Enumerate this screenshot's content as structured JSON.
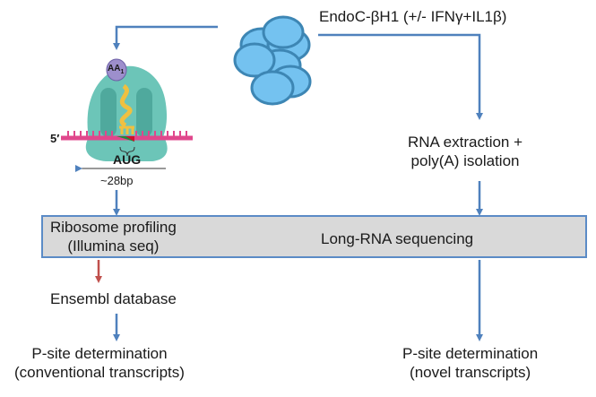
{
  "title": "EndoC-βH1 (+/- IFNγ+IL1β)",
  "ribosome_graphic": {
    "aa_label": "AA",
    "aa_subscript": "1",
    "mrna_end_label": "5′",
    "codon_label": "AUG",
    "footprint_label": "~28bp"
  },
  "nodes": {
    "rna_extraction": [
      "RNA extraction +",
      "poly(A) isolation"
    ],
    "ribosome_profiling": [
      "Ribosome profiling",
      "(Illumina seq)"
    ],
    "long_rna_seq": "Long-RNA sequencing",
    "ensembl": "Ensembl database",
    "psite_conventional": [
      "P-site determination",
      "(conventional transcripts)"
    ],
    "psite_novel": [
      "P-site determination",
      "(novel transcripts)"
    ]
  },
  "colors": {
    "flow_arrow": "#4f81bd",
    "red_arrow": "#c0504d",
    "box_fill": "#d9d9d9",
    "box_border": "#5b8bc6",
    "cell_fill": "#74c2f0",
    "cell_stroke": "#3d86b4",
    "ribosome": "#6cc5b8",
    "mrna": "#e0478c"
  }
}
